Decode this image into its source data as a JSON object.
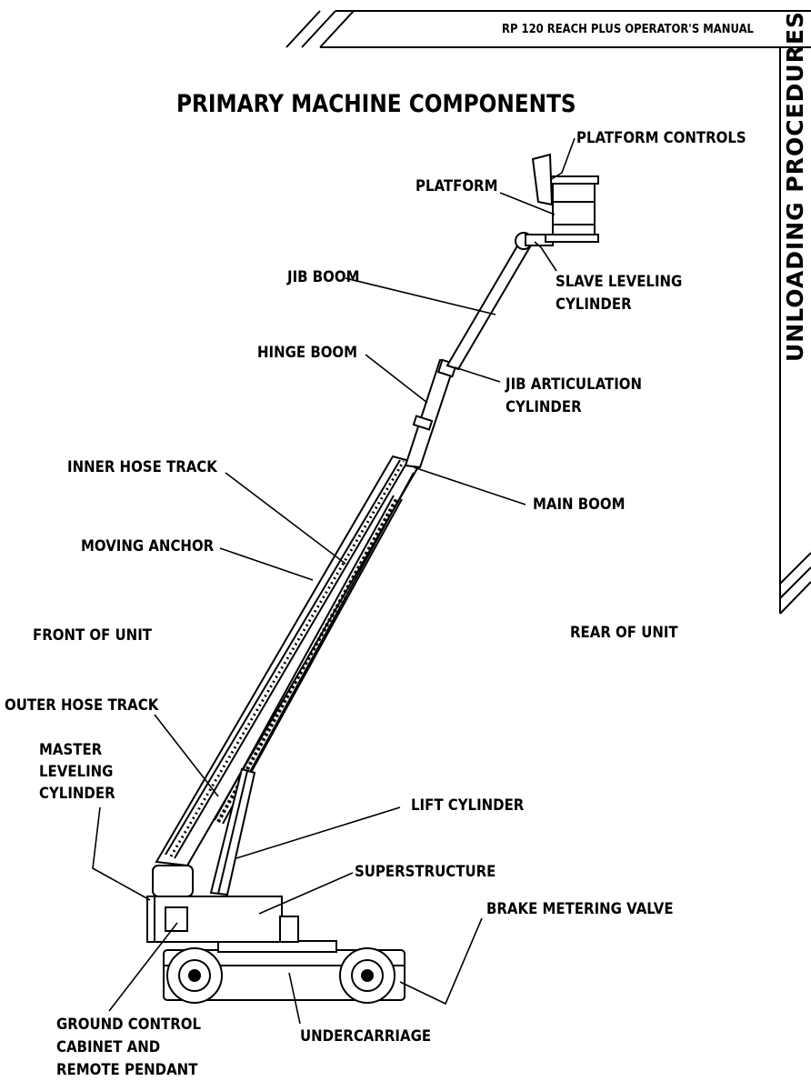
{
  "header": {
    "manual_title": "RP 120 REACH PLUS OPERATOR'S MANUAL",
    "section_tab": "UNLOADING PROCEDURES"
  },
  "diagram": {
    "title": "PRIMARY MACHINE COMPONENTS",
    "labels": {
      "platform_controls": "PLATFORM CONTROLS",
      "platform": "PLATFORM",
      "slave_leveling_cylinder_1": "SLAVE LEVELING",
      "slave_leveling_cylinder_2": "CYLINDER",
      "jib_boom": "JIB BOOM",
      "hinge_boom": "HINGE BOOM",
      "jib_articulation_cylinder_1": "JIB ARTICULATION",
      "jib_articulation_cylinder_2": "CYLINDER",
      "inner_hose_track": "INNER HOSE TRACK",
      "main_boom": "MAIN BOOM",
      "moving_anchor": "MOVING ANCHOR",
      "front_of_unit": "FRONT OF UNIT",
      "rear_of_unit": "REAR OF UNIT",
      "outer_hose_track": "OUTER HOSE TRACK",
      "master_leveling_cylinder_1": "MASTER",
      "master_leveling_cylinder_2": "LEVELING",
      "master_leveling_cylinder_3": "CYLINDER",
      "lift_cylinder": "LIFT CYLINDER",
      "superstructure": "SUPERSTRUCTURE",
      "brake_metering_valve": "BRAKE METERING VALVE",
      "ground_control_1": "GROUND CONTROL",
      "ground_control_2": "CABINET  AND",
      "ground_control_3": "REMOTE PENDANT",
      "undercarriage": "UNDERCARRIAGE"
    }
  }
}
